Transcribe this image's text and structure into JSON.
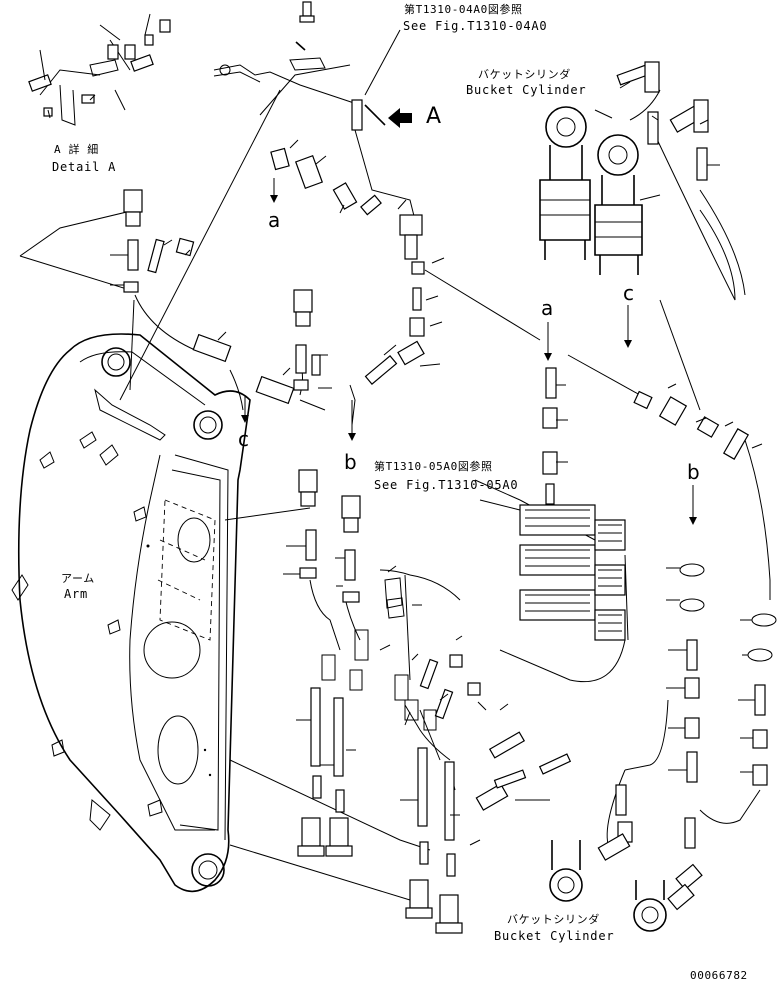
{
  "references": {
    "top": {
      "jp": "第T1310-04A0図参照",
      "en": "See Fig.T1310-04A0"
    },
    "middle": {
      "jp": "第T1310-05A0図参照",
      "en": "See Fig.T1310-05A0"
    }
  },
  "components": {
    "bucket_cylinder_top": {
      "jp": "バケットシリンダ",
      "en": "Bucket Cylinder"
    },
    "bucket_cylinder_bottom": {
      "jp": "バケットシリンダ",
      "en": "Bucket Cylinder"
    },
    "arm": {
      "jp": "アーム",
      "en": "Arm"
    }
  },
  "detail": {
    "jp": "A 詳 細",
    "en": "Detail A",
    "view_letter": "A"
  },
  "connection_labels": {
    "a_left": "a",
    "a_right": "a",
    "b_left": "b",
    "b_right": "b",
    "c_left": "c",
    "c_right": "c"
  },
  "drawing_number": "00066782",
  "colors": {
    "line": "#000000",
    "background": "#ffffff"
  }
}
